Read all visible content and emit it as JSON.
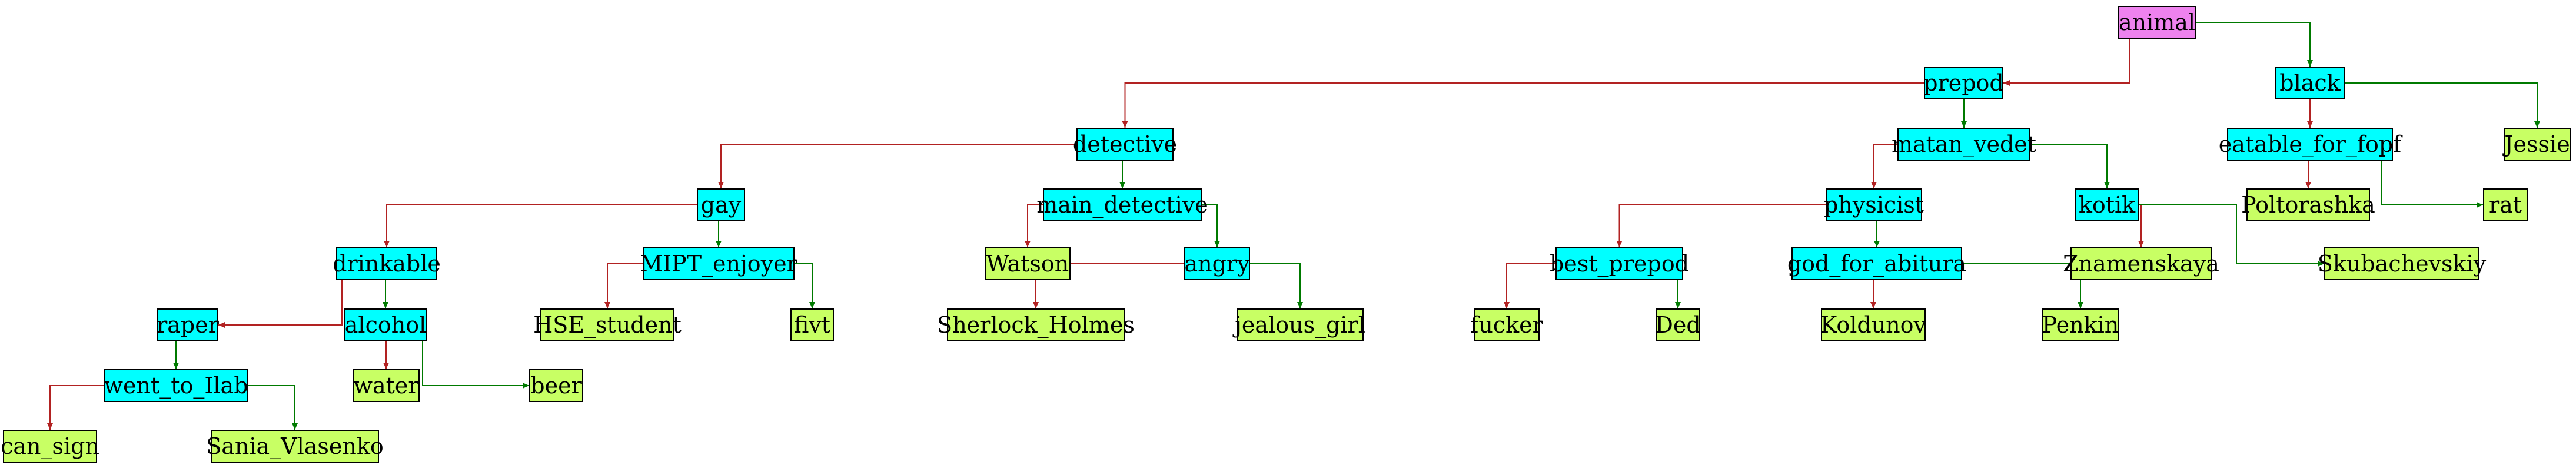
{
  "colors": {
    "root": "#ee82ee",
    "question": "#00ffff",
    "answer": "#c8ff64",
    "yes_edge": "#b22222",
    "no_edge": "#007a00"
  },
  "nodes": [
    {
      "id": "animal",
      "label": "animal",
      "kind": "root"
    },
    {
      "id": "prepod",
      "label": "prepod",
      "kind": "question"
    },
    {
      "id": "black",
      "label": "black",
      "kind": "question"
    },
    {
      "id": "detective",
      "label": "detective",
      "kind": "question"
    },
    {
      "id": "matan_vedet",
      "label": "matan_vedet",
      "kind": "question"
    },
    {
      "id": "eatable_for_fopf",
      "label": "eatable_for_fopf",
      "kind": "question"
    },
    {
      "id": "Jessie",
      "label": "Jessie",
      "kind": "answer"
    },
    {
      "id": "gay",
      "label": "gay",
      "kind": "question"
    },
    {
      "id": "main_detective",
      "label": "main_detective",
      "kind": "question"
    },
    {
      "id": "physicist",
      "label": "physicist",
      "kind": "question"
    },
    {
      "id": "kotik",
      "label": "kotik",
      "kind": "question"
    },
    {
      "id": "Poltorashka",
      "label": "Poltorashka",
      "kind": "answer"
    },
    {
      "id": "rat",
      "label": "rat",
      "kind": "answer"
    },
    {
      "id": "drinkable",
      "label": "drinkable",
      "kind": "question"
    },
    {
      "id": "MIPT_enjoyer",
      "label": "MIPT_enjoyer",
      "kind": "question"
    },
    {
      "id": "Watson",
      "label": "Watson",
      "kind": "answer"
    },
    {
      "id": "angry",
      "label": "angry",
      "kind": "question"
    },
    {
      "id": "best_prepod",
      "label": "best_prepod",
      "kind": "question"
    },
    {
      "id": "god_for_abitura",
      "label": "god_for_abitura",
      "kind": "question"
    },
    {
      "id": "Znamenskaya",
      "label": "Znamenskaya",
      "kind": "answer"
    },
    {
      "id": "Skubachevskiy",
      "label": "Skubachevskiy",
      "kind": "answer"
    },
    {
      "id": "raper",
      "label": "raper",
      "kind": "question"
    },
    {
      "id": "alcohol",
      "label": "alcohol",
      "kind": "question"
    },
    {
      "id": "HSE_student",
      "label": "HSE_student",
      "kind": "answer"
    },
    {
      "id": "fivt",
      "label": "fivt",
      "kind": "answer"
    },
    {
      "id": "Sherlock_Holmes",
      "label": "Sherlock_Holmes",
      "kind": "answer"
    },
    {
      "id": "jealous_girl",
      "label": "jealous_girl",
      "kind": "answer"
    },
    {
      "id": "fucker",
      "label": "fucker",
      "kind": "answer"
    },
    {
      "id": "Ded",
      "label": "Ded",
      "kind": "answer"
    },
    {
      "id": "Koldunov",
      "label": "Koldunov",
      "kind": "answer"
    },
    {
      "id": "Penkin",
      "label": "Penkin",
      "kind": "answer"
    },
    {
      "id": "went_to_Ilab",
      "label": "went_to_Ilab",
      "kind": "question"
    },
    {
      "id": "water",
      "label": "water",
      "kind": "answer"
    },
    {
      "id": "beer",
      "label": "beer",
      "kind": "answer"
    },
    {
      "id": "can_sign",
      "label": "can_sign",
      "kind": "answer"
    },
    {
      "id": "Sania_Vlasenko",
      "label": "Sania_Vlasenko",
      "kind": "answer"
    }
  ],
  "edges": [
    {
      "from": "animal",
      "to": "prepod",
      "branch": "yes"
    },
    {
      "from": "animal",
      "to": "black",
      "branch": "no"
    },
    {
      "from": "prepod",
      "to": "detective",
      "branch": "yes"
    },
    {
      "from": "prepod",
      "to": "matan_vedet",
      "branch": "no"
    },
    {
      "from": "black",
      "to": "eatable_for_fopf",
      "branch": "yes"
    },
    {
      "from": "black",
      "to": "Jessie",
      "branch": "no"
    },
    {
      "from": "detective",
      "to": "gay",
      "branch": "yes"
    },
    {
      "from": "detective",
      "to": "main_detective",
      "branch": "no"
    },
    {
      "from": "matan_vedet",
      "to": "physicist",
      "branch": "yes"
    },
    {
      "from": "matan_vedet",
      "to": "kotik",
      "branch": "no"
    },
    {
      "from": "eatable_for_fopf",
      "to": "Poltorashka",
      "branch": "yes"
    },
    {
      "from": "eatable_for_fopf",
      "to": "rat",
      "branch": "no"
    },
    {
      "from": "gay",
      "to": "drinkable",
      "branch": "yes"
    },
    {
      "from": "gay",
      "to": "MIPT_enjoyer",
      "branch": "no"
    },
    {
      "from": "main_detective",
      "to": "Watson",
      "branch": "yes"
    },
    {
      "from": "main_detective",
      "to": "angry",
      "branch": "no"
    },
    {
      "from": "physicist",
      "to": "best_prepod",
      "branch": "yes"
    },
    {
      "from": "physicist",
      "to": "god_for_abitura",
      "branch": "no"
    },
    {
      "from": "kotik",
      "to": "Znamenskaya",
      "branch": "yes"
    },
    {
      "from": "kotik",
      "to": "Skubachevskiy",
      "branch": "no"
    },
    {
      "from": "drinkable",
      "to": "raper",
      "branch": "yes"
    },
    {
      "from": "drinkable",
      "to": "alcohol",
      "branch": "no"
    },
    {
      "from": "MIPT_enjoyer",
      "to": "HSE_student",
      "branch": "yes"
    },
    {
      "from": "MIPT_enjoyer",
      "to": "fivt",
      "branch": "no"
    },
    {
      "from": "angry",
      "to": "Sherlock_Holmes",
      "branch": "yes"
    },
    {
      "from": "angry",
      "to": "jealous_girl",
      "branch": "no"
    },
    {
      "from": "best_prepod",
      "to": "fucker",
      "branch": "yes"
    },
    {
      "from": "best_prepod",
      "to": "Ded",
      "branch": "no"
    },
    {
      "from": "god_for_abitura",
      "to": "Koldunov",
      "branch": "yes"
    },
    {
      "from": "god_for_abitura",
      "to": "Penkin",
      "branch": "no"
    },
    {
      "from": "raper",
      "to": "went_to_Ilab",
      "branch": "no"
    },
    {
      "from": "alcohol",
      "to": "water",
      "branch": "yes"
    },
    {
      "from": "alcohol",
      "to": "beer",
      "branch": "no"
    },
    {
      "from": "went_to_Ilab",
      "to": "can_sign",
      "branch": "yes"
    },
    {
      "from": "went_to_Ilab",
      "to": "Sania_Vlasenko",
      "branch": "no"
    }
  ]
}
